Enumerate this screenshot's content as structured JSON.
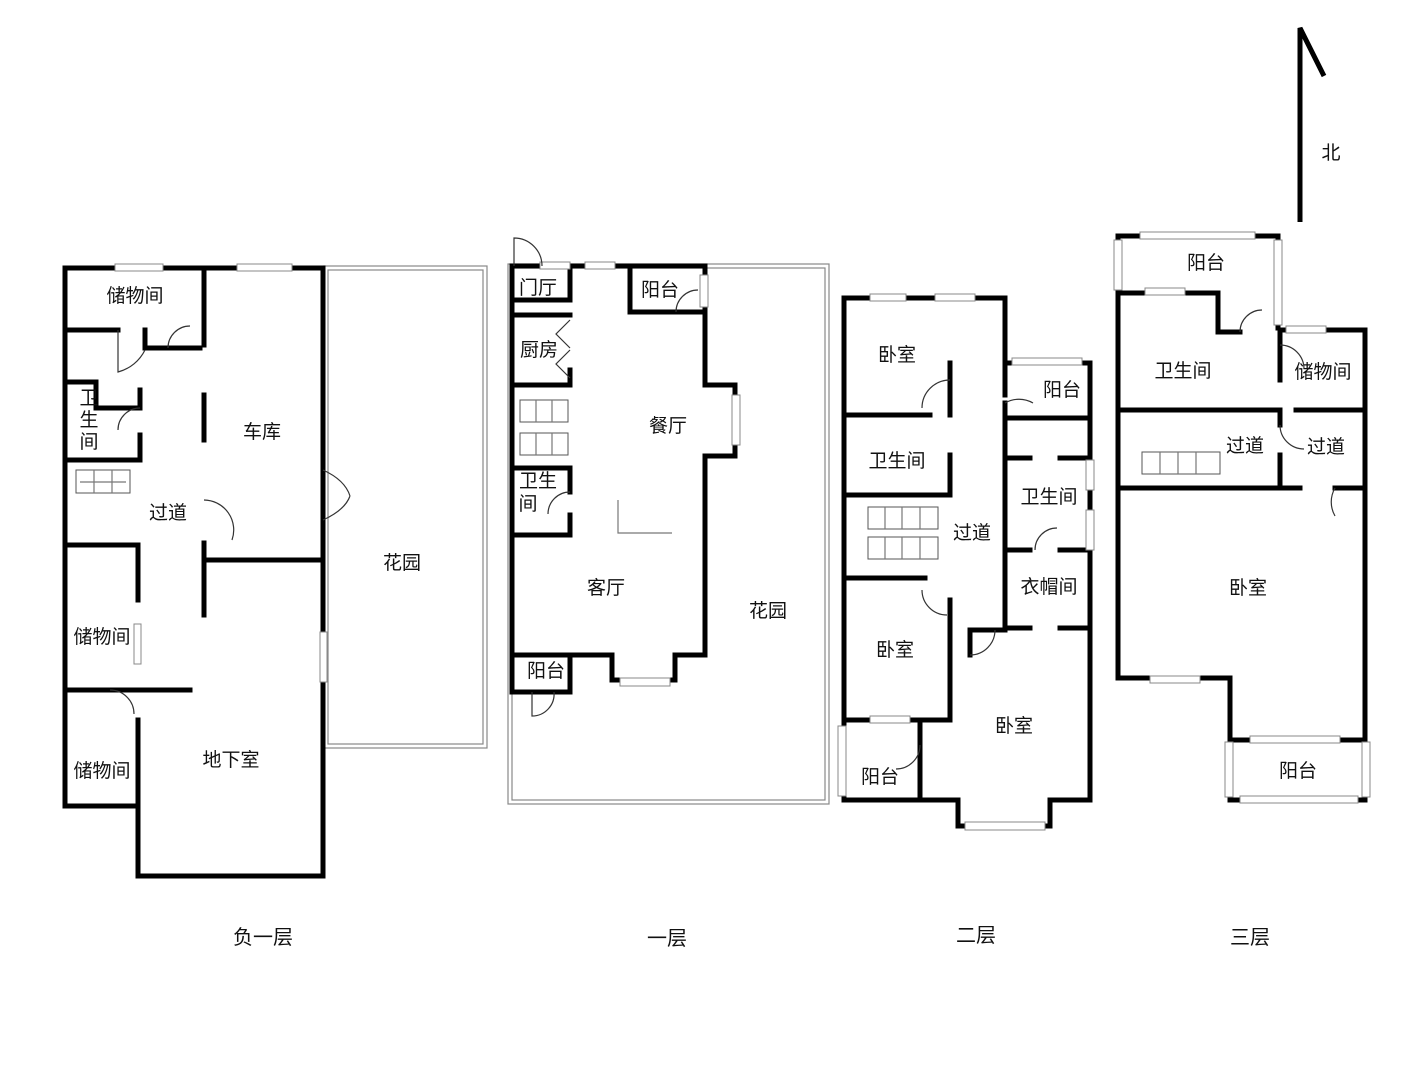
{
  "compass": {
    "label": "北"
  },
  "floors": [
    {
      "name": "负一层",
      "rooms": [
        "储物间",
        "卫",
        "生",
        "间",
        "车库",
        "过道",
        "花园",
        "储物间",
        "储物间",
        "地下室"
      ]
    },
    {
      "name": "一层",
      "rooms": [
        "门厅",
        "阳台",
        "厨房",
        "餐厅",
        "卫生",
        "间",
        "客厅",
        "花园",
        "阳台"
      ]
    },
    {
      "name": "二层",
      "rooms": [
        "卧室",
        "阳台",
        "卫生间",
        "卫生间",
        "过道",
        "衣帽间",
        "卧室",
        "卧室",
        "阳台"
      ]
    },
    {
      "name": "三层",
      "rooms": [
        "阳台",
        "卫生间",
        "储物间",
        "过道",
        "过道",
        "卧室",
        "阳台"
      ]
    }
  ]
}
